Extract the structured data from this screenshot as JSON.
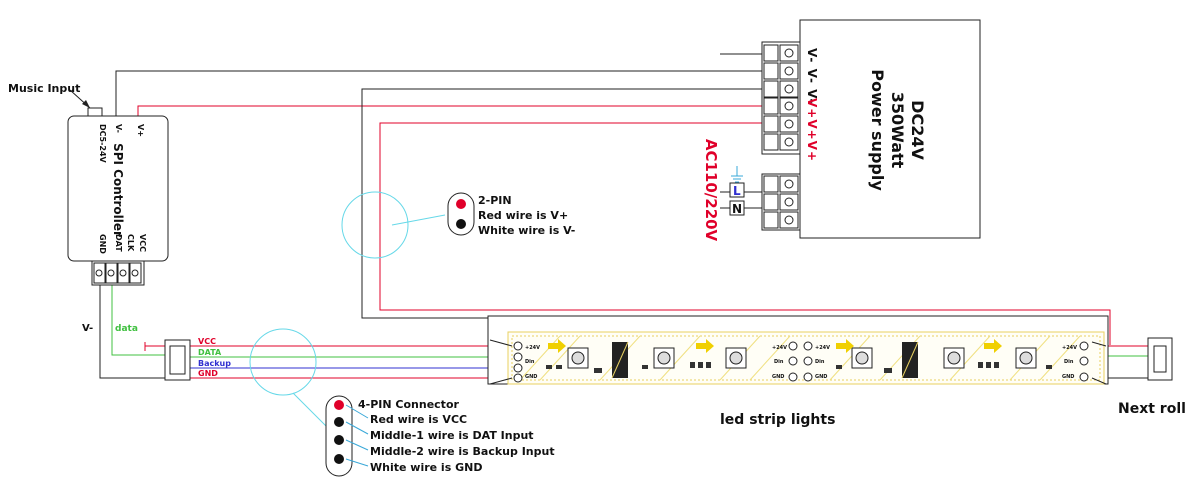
{
  "controller": {
    "v_plus": "V+",
    "v_minus": "V-",
    "voltage": "DC5-24V",
    "name": "SPI Controller",
    "pin_vcc": "VCC",
    "pin_clk": "CLK",
    "pin_dat": "DAT",
    "pin_gnd": "GND",
    "music_input": "Music Input"
  },
  "power_supply": {
    "line1": "DC24V",
    "line2": "350Watt",
    "line3": "Power supply",
    "terminals_minus": "V- V- V-",
    "terminals_plus": "V+V+V+",
    "ac_label": "AC110/220V",
    "terminal_l": "L",
    "terminal_n": "N"
  },
  "two_pin_note": {
    "title": "2-PIN",
    "red": "Red wire is V+",
    "white": "White wire is V-"
  },
  "wire_labels": {
    "v_minus": "V-",
    "data": "data",
    "vcc": "VCC",
    "data_caps": "DATA",
    "backup": "Backup",
    "gnd": "GND"
  },
  "four_pin_note": {
    "title": "4-PIN Connector",
    "red": "Red wire is VCC",
    "middle1": "Middle-1 wire is DAT Input",
    "middle2": "Middle-2 wire is Backup Input",
    "white": "White wire is GND"
  },
  "strip": {
    "label": "led strip lights",
    "next_roll": "Next roll",
    "pad_plus24": "+24V",
    "pad_din": "Din",
    "pad_gnd": "GND"
  },
  "colors": {
    "red_wire": "#e0002a",
    "green_wire": "#40c040",
    "blue_wire": "#3030d0",
    "black_wire": "#222222",
    "cyan_circle": "#66d8e8",
    "strip_outline": "#e8d060"
  }
}
